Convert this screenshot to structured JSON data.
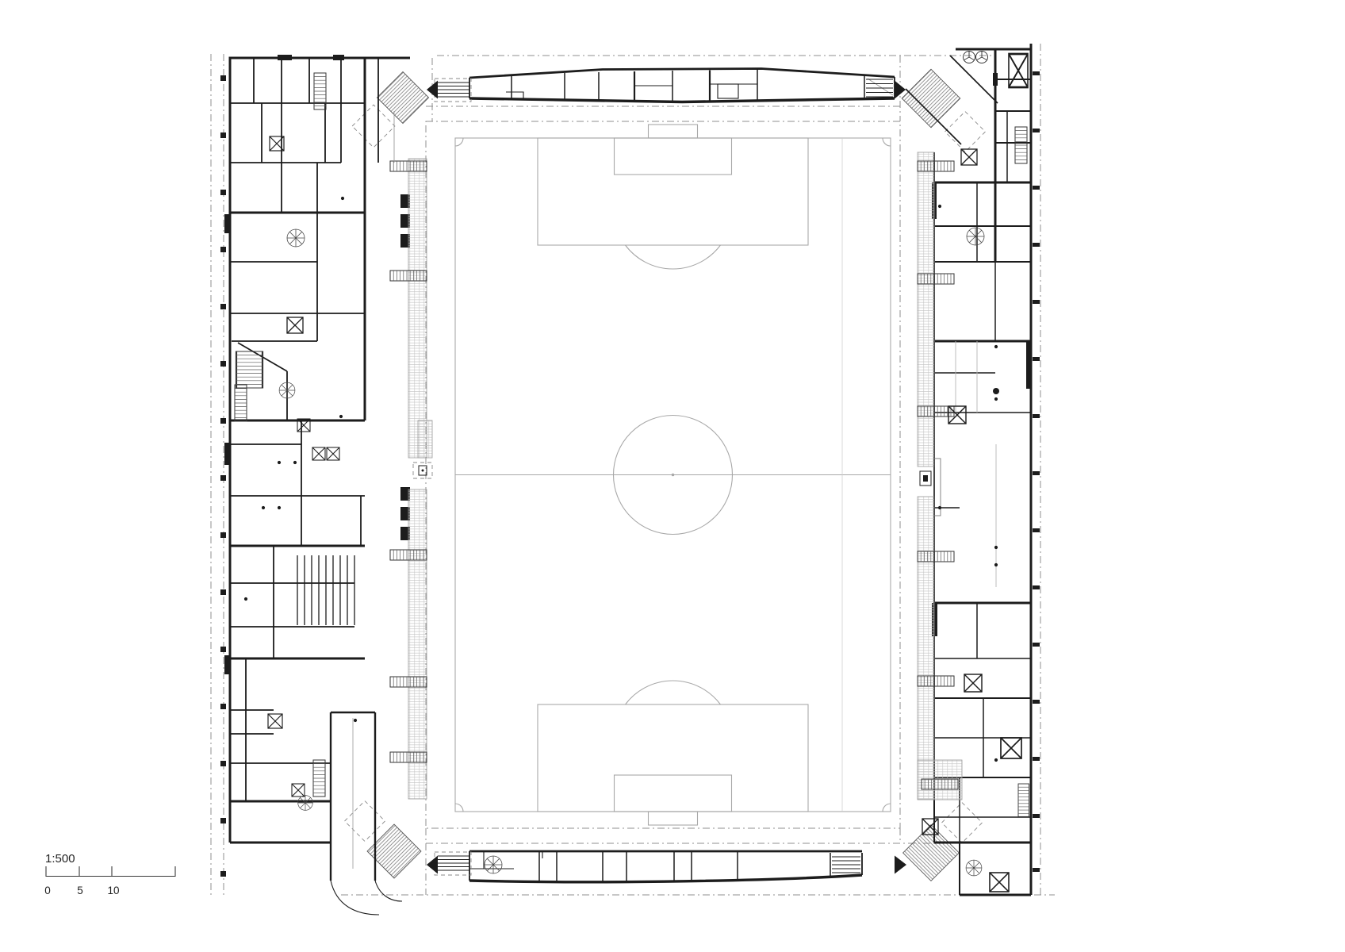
{
  "drawing": {
    "kind": "stadium floor plan",
    "scale_label": "1:500",
    "scale_ticks": [
      "0",
      "5",
      "10"
    ],
    "colors": {
      "background": "#ffffff",
      "ink": "#1c1c1c",
      "field_line": "#a8a8a8",
      "dash_line": "#8f8f8f",
      "hatch_line": "#707070",
      "grid_line": "#c2c2c2"
    },
    "semantics": {
      "pitch": "football-pitch",
      "north_stand": "north-stand",
      "south_stand": "south-stand",
      "west_wing": "west-building-wing",
      "east_wing": "east-building-wing",
      "corner_ramps": "diagonal-access-ramps",
      "tree_symbols": "tree-symbol-pair"
    }
  }
}
